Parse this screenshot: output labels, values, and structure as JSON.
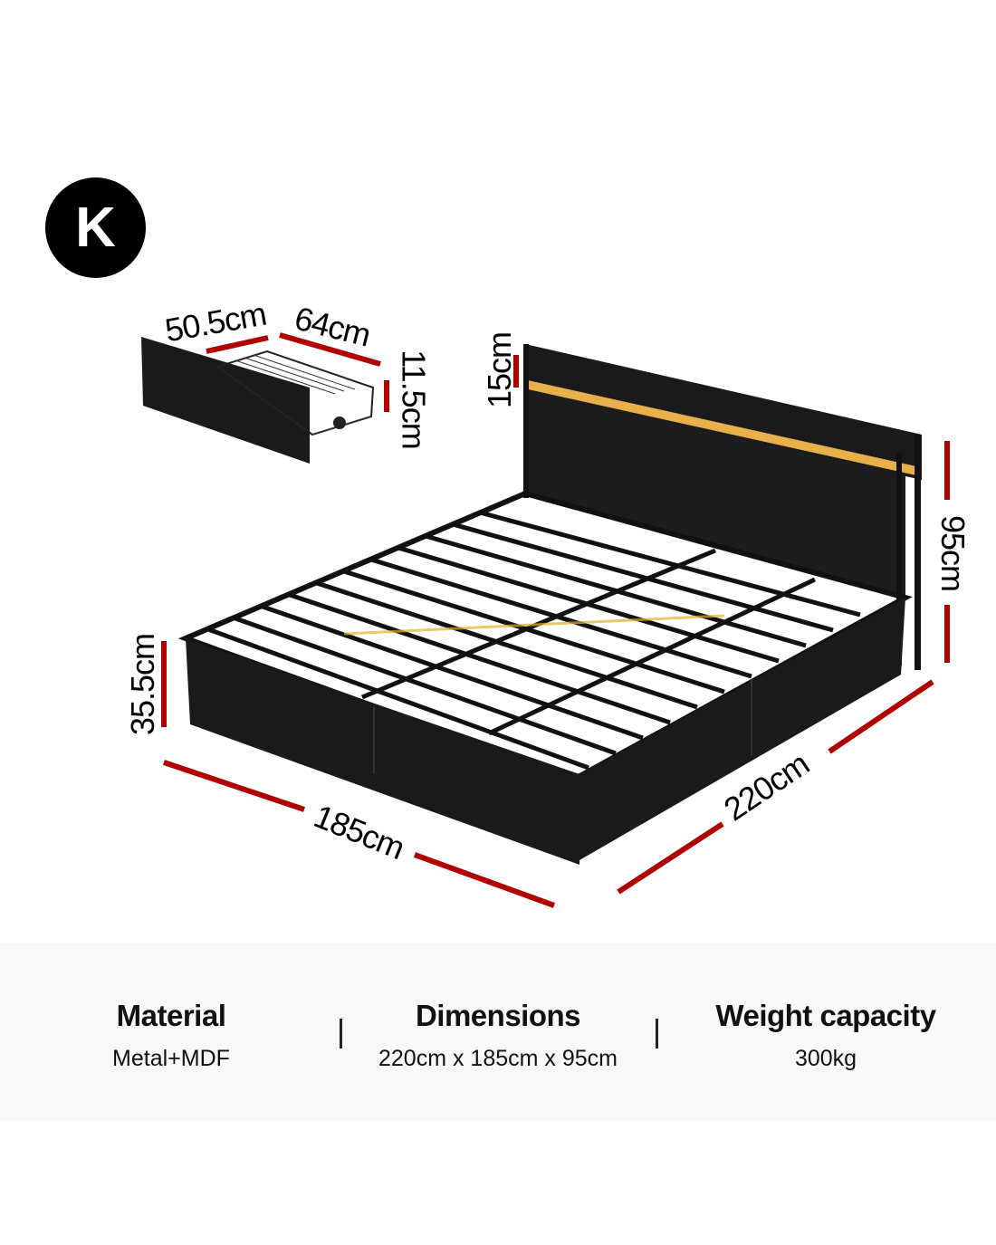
{
  "badge": {
    "letter": "K"
  },
  "dimensions_labels": {
    "drawer_depth": "50.5cm",
    "drawer_width": "64cm",
    "drawer_height": "11.5cm",
    "shelf_height": "15cm",
    "headboard_height": "95cm",
    "frame_height": "35.5cm",
    "width": "185cm",
    "length": "220cm"
  },
  "colors": {
    "dimension_line": "#b00000",
    "band": "#f8f8f8",
    "led": "#f5b800"
  },
  "specs": [
    {
      "label": "Material",
      "value": "Metal+MDF"
    },
    {
      "label": "Dimensions",
      "value": "220cm x 185cm x 95cm"
    },
    {
      "label": "Weight capacity",
      "value": "300kg"
    }
  ]
}
